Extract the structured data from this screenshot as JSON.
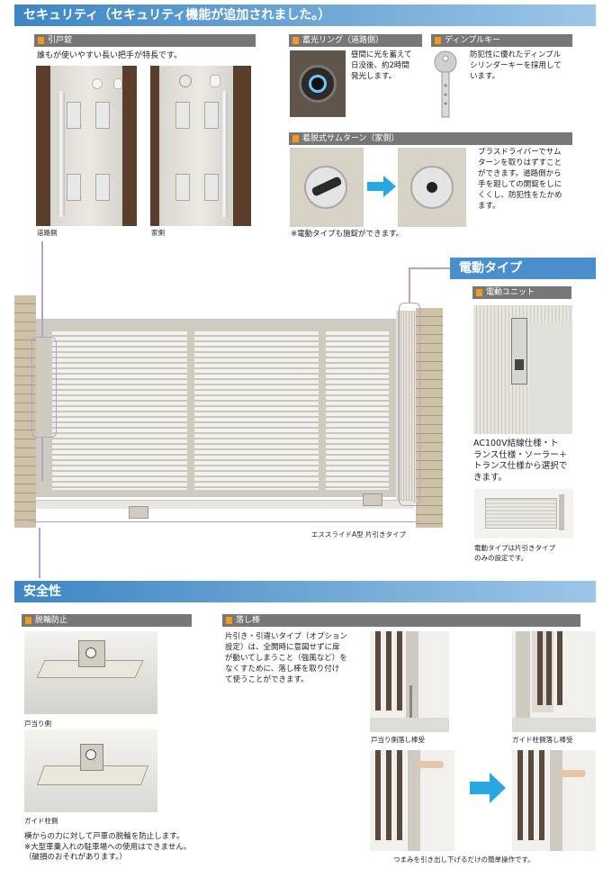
{
  "security": {
    "header": "セキュリティ（セキュリティ機能が追加されました。）",
    "pull_lock": {
      "title": "引戸錠",
      "desc": "誰もが使いやすい長い把手が特長です。",
      "cap_road": "道路側",
      "cap_home": "家側"
    },
    "luminous_ring": {
      "title": "蓄光リング（道路側）",
      "desc": [
        "昼間に光を蓄えて",
        "日没後、約2時間",
        "発光します。"
      ]
    },
    "dimple_key": {
      "title": "ディンプルキー",
      "desc": [
        "防犯性に優れたディンプル",
        "シリンダーキーを採用して",
        "います。"
      ]
    },
    "thumb_turn": {
      "title": "着脱式サムターン（家側）",
      "desc": [
        "プラスドライバーでサム",
        "ターンを取りはずすこと",
        "ができます。道路側から",
        "手を廻しての開錠をしに",
        "くくし、防犯性をたかめ",
        "ます。"
      ],
      "note": "※電動タイプも施錠ができます。"
    }
  },
  "electric": {
    "header": "電動タイプ",
    "unit": {
      "title": "電動ユニット",
      "desc": [
        "AC100V結線仕様・ト",
        "ランス仕様・ソーラー＋",
        "トランス仕様から選択で",
        "きます。"
      ],
      "note": [
        "電動タイプは片引きタイプ",
        "のみの設定です。"
      ]
    }
  },
  "gate_caption": "エススライドA型 片引きタイプ",
  "safety": {
    "header": "安全性",
    "derail": {
      "title": "脱輪防止",
      "cap1": "戸当り側",
      "cap2": "ガイド柱側",
      "desc": [
        "横からの力に対して戸車の脱輪を防止します。",
        "※大型車乗入れの駐車場への使用はできません。",
        "（破損のおそれがあります。）"
      ]
    },
    "drop_rod": {
      "title": "落し棒",
      "desc": [
        "片引き・引違いタイプ（オプション",
        "設定）は、全開時に意図せずに扉",
        "が動いてしまうこと（強風など）を",
        "なくすために、落し棒を取り付け",
        "て使うことができます。"
      ],
      "cap1": "戸当り側落し棒受",
      "cap2": "ガイド柱側落し棒受",
      "cap3": "つまみを引き出し下げるだけの簡単操作です。"
    }
  },
  "colors": {
    "band": "#3d86c4",
    "accent": "#f39a1c",
    "subhead": "#777777",
    "outline": "#b7a1cc"
  },
  "icons": [
    "arrow-right-icon",
    "dimple-key-icon"
  ]
}
